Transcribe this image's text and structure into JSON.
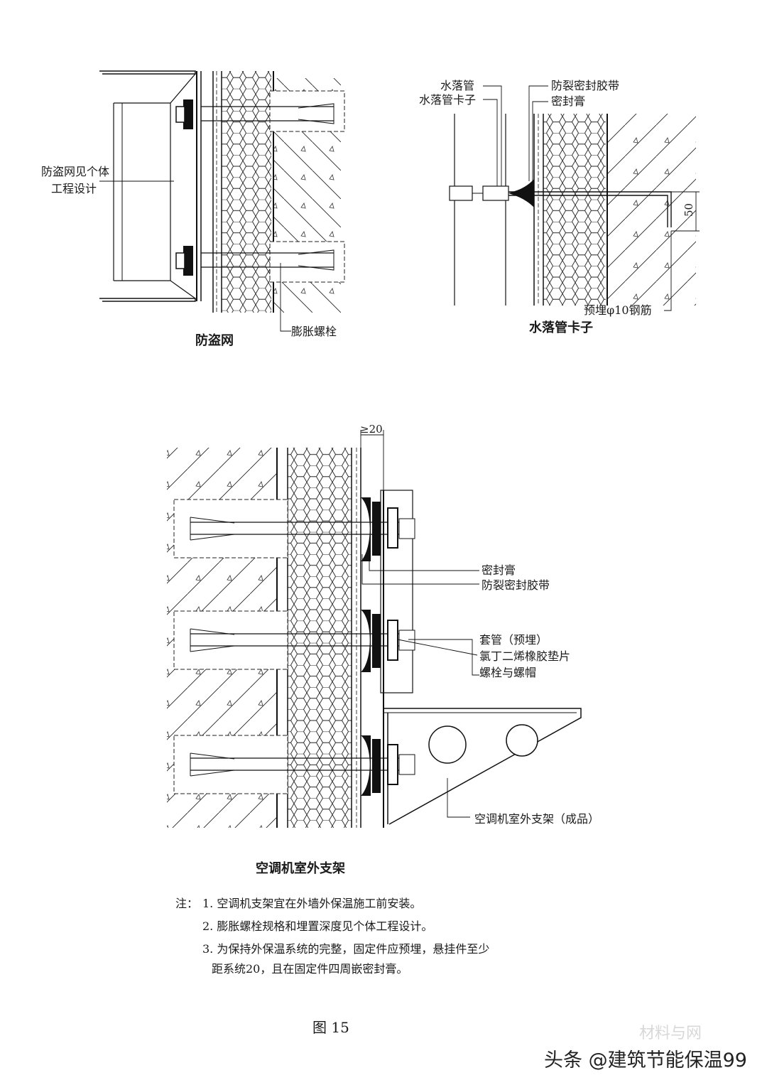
{
  "diagrams": {
    "anti_theft": {
      "title": "防盗网",
      "label_net": [
        "防盗网见个体",
        "工程设计"
      ],
      "label_bolt": "膨胀螺栓"
    },
    "downpipe": {
      "title": "水落管卡子",
      "label_pipe": "水落管",
      "label_clip": "水落管卡子",
      "label_tape": "防裂密封胶带",
      "label_sealant": "密封膏",
      "label_rebar": "预埋φ10钢筋",
      "dim_50": "50"
    },
    "ac_bracket": {
      "title": "空调机室外支架",
      "dim_gap": "≥20",
      "label_sealant": "密封膏",
      "label_tape": "防裂密封胶带",
      "label_sleeve": "套管（预埋）",
      "label_gasket": "氯丁二烯橡胶垫片",
      "label_bolt_nut": "螺栓与螺帽",
      "label_bracket": "空调机室外支架（成品）"
    }
  },
  "notes": {
    "prefix": "注：",
    "items": [
      "1. 空调机支架宜在外墙外保温施工前安装。",
      "2. 膨胀螺栓规格和埋置深度见个体工程设计。",
      "3. 为保持外保温系统的完整，固定件应预埋，悬挂件至少",
      "距系统20，且在固定件四周嵌密封膏。"
    ]
  },
  "figure_number": "图 15",
  "watermark": "头条 @建筑节能保温99",
  "watermark_faint": "材料与网"
}
